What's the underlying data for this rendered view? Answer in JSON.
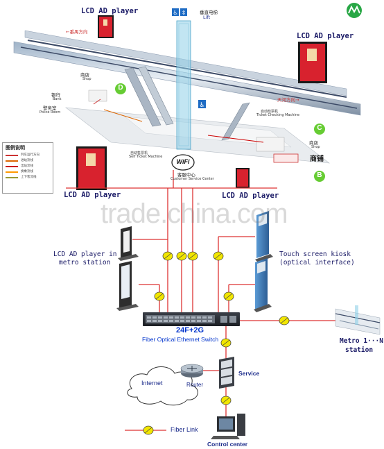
{
  "labels": {
    "lcd_top_left": "LCD AD player",
    "lcd_top_right": "LCD AD player",
    "lcd_mid_left": "LCD AD player",
    "lcd_mid_right": "LCD AD player",
    "lift_zh": "垂直电梯",
    "lift_en": "Lift",
    "shop_zh_left": "商店",
    "shop_en_left": "Shop",
    "bank_zh": "银行",
    "bank_en": "Bank",
    "police_zh": "警务室",
    "police_en": "Police Room",
    "shop_zh_right": "商店",
    "shop_en_right": "Shop",
    "shop_big_zh": "商铺",
    "csc_zh": "客服中心",
    "csc_en": "Customer Service Center",
    "direction_left": "←番禺方向",
    "direction_right": "天河方向→",
    "station_d": "D",
    "station_c": "C",
    "station_b": "B",
    "wifi": "WiFi",
    "kiosk_line1": "Touch screen kiosk",
    "kiosk_line2": "(optical interface)",
    "lcd_metro_line1": "LCD AD player in",
    "lcd_metro_line2": "metro station",
    "switch_model": "24F+2G",
    "switch_name": "Fiber Optical Ethernet Switch",
    "metro_line1": "Metro 1···N",
    "metro_line2": "station",
    "internet": "Internet",
    "router": "Router",
    "service": "Service",
    "control_center": "Control center",
    "fiber_link": "Fiber Link",
    "watermark": "trade.china.com",
    "machine_labels": [
      "自动售票机",
      "Self Ticket Machine",
      "自动检票机",
      "Ticket Checking Machine"
    ]
  },
  "legend": {
    "title": "图例说明",
    "items": [
      "列车运行方向",
      "进站流线",
      "出站流线",
      "换乘流线",
      "上下客流线"
    ],
    "colors": [
      "#cc3333",
      "#dd6600",
      "#cc0000",
      "#ff9900",
      "#999933"
    ]
  },
  "colors": {
    "link": "#dd3333",
    "link_marker": "#f2e600",
    "text_blue": "#1a1a66",
    "station_green": "#66cc33"
  }
}
